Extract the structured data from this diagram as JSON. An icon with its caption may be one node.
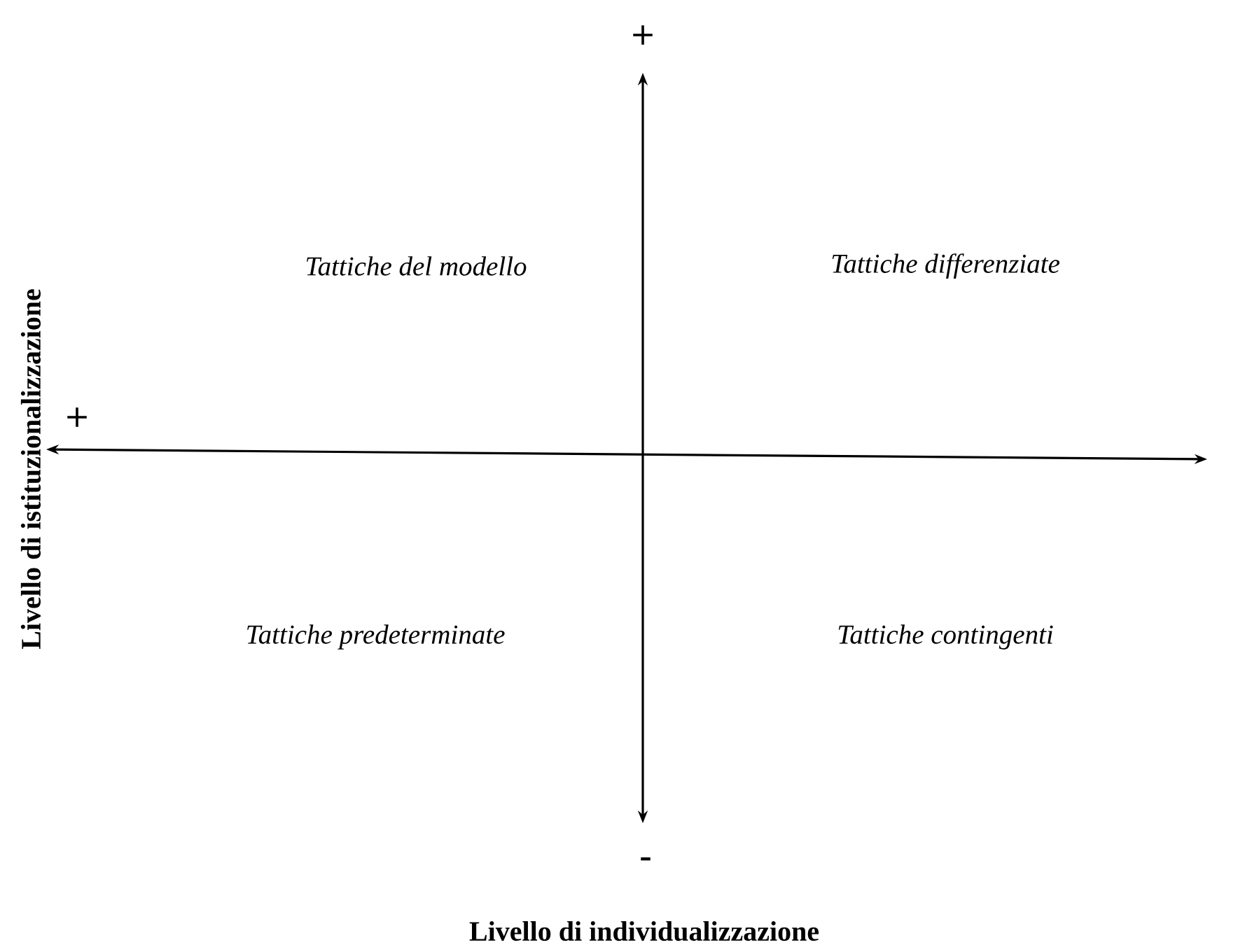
{
  "diagram": {
    "labels": [
      "+",
      "Livello di istituzionalizzazione",
      "Tattiche del modello",
      "Tattiche differenziate",
      "+",
      "Tattiche predeterminate",
      "Tattiche contingenti",
      "-",
      "Livello di individualizzazione"
    ]
  }
}
